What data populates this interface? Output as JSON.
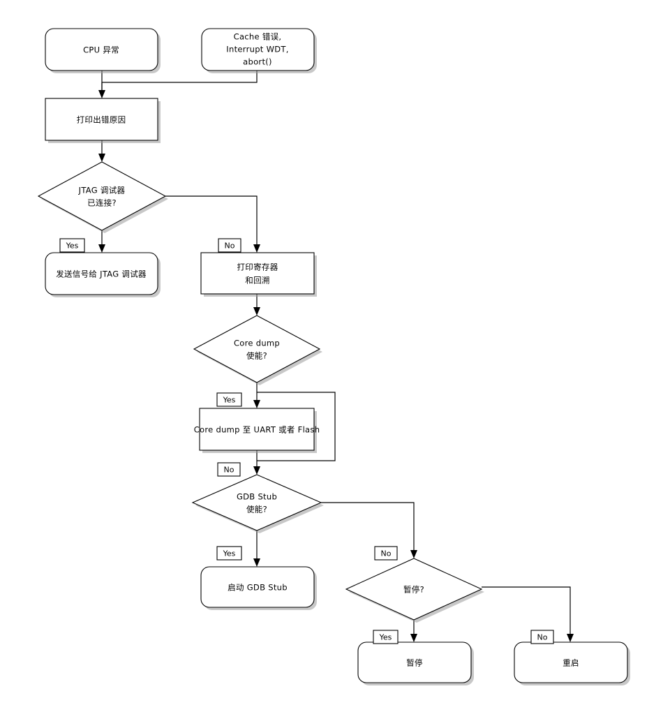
{
  "diagram": {
    "title": "ESP32 Panic Handler Flowchart",
    "background_color": "#ffffff",
    "line_color": "#000000",
    "node_fill": "#ffffff",
    "shadow_color": "#9a9a9a"
  },
  "nodes": {
    "cpu_exception": {
      "label": "CPU 异常",
      "shape": "rounded-rectangle"
    },
    "cache_error": {
      "line1": "Cache 错误,",
      "line2": "Interrupt WDT,",
      "line3": "abort()",
      "shape": "rounded-rectangle"
    },
    "print_error_reason": {
      "label": "打印出错原因",
      "shape": "rectangle"
    },
    "jtag_decision": {
      "line1": "JTAG 调试器",
      "line2": "已连接?",
      "shape": "diamond"
    },
    "send_signal_jtag": {
      "label": "发送信号给 JTAG 调试器",
      "shape": "rounded-rectangle"
    },
    "print_registers": {
      "line1": "打印寄存器",
      "line2": "和回溯",
      "shape": "rectangle"
    },
    "coredump_decision": {
      "line1": "Core dump",
      "line2": "使能?",
      "shape": "diamond"
    },
    "coredump_action": {
      "label": "Core dump 至 UART 或者 Flash",
      "shape": "rectangle"
    },
    "gdbstub_decision": {
      "line1": "GDB Stub",
      "line2": "使能?",
      "shape": "diamond"
    },
    "start_gdbstub": {
      "label": "启动 GDB Stub",
      "shape": "rounded-rectangle"
    },
    "halt_decision": {
      "label": "暂停?",
      "shape": "diamond"
    },
    "halt_action": {
      "label": "暂停",
      "shape": "rounded-rectangle"
    },
    "restart_action": {
      "label": "重启",
      "shape": "rounded-rectangle"
    }
  },
  "edge_labels": {
    "jtag_yes": "Yes",
    "jtag_no": "No",
    "coredump_yes": "Yes",
    "coredump_no": "No",
    "gdbstub_yes": "Yes",
    "gdbstub_no": "No",
    "halt_yes": "Yes",
    "halt_no": "No"
  }
}
